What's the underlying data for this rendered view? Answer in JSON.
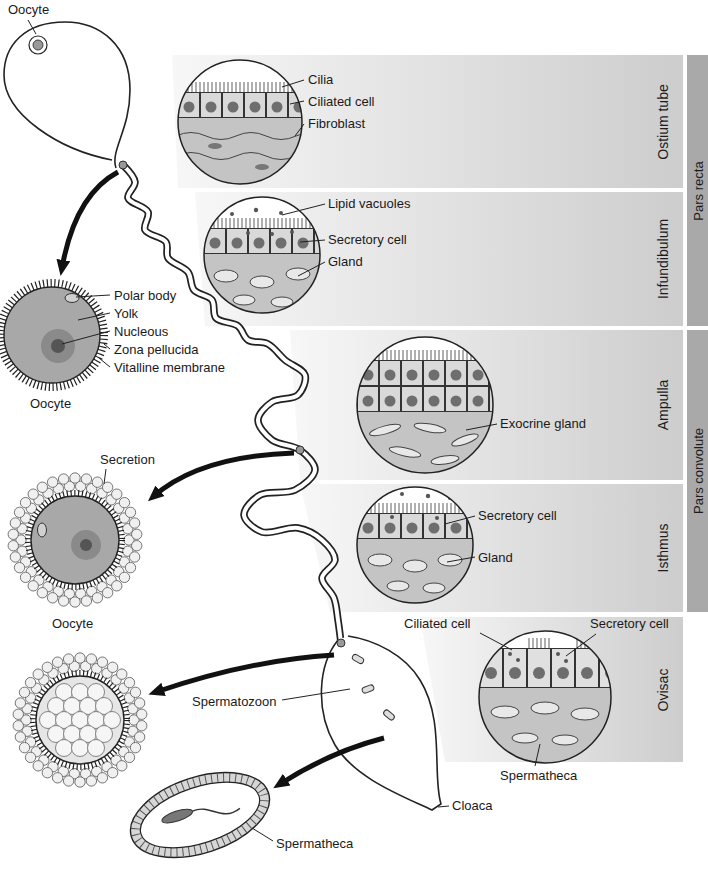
{
  "diagram": {
    "nodes": [
      {
        "text": [
          "Ostium tube"
        ]
      },
      {
        "text": [
          "Infundibulum"
        ]
      },
      {
        "text": [
          "Ampulla"
        ]
      },
      {
        "text": [
          "Isthmus"
        ]
      },
      {
        "text": [
          "Ovisac"
        ]
      },
      {
        "text": [
          "Pars recta"
        ]
      },
      {
        "text": [
          "Pars convolute"
        ]
      }
    ],
    "labels": [
      "Oocyte",
      "Cilia",
      "Ciliated cell",
      "Fibroblast",
      "Lipid vacuoles",
      "Secretory cell",
      "Gland",
      "Polar body",
      "Yolk",
      "Nucleous",
      "Zona pellucida",
      "Vitalline membrane",
      "Oocyte",
      "Exocrine gland",
      "Secretion",
      "Secretory cell",
      "Gland",
      "Oocyte",
      "Ciliated cell",
      "Secretory cell",
      "Spermatozoon",
      "Spermatheca",
      "Cloaca",
      "Spermatheca"
    ]
  }
}
